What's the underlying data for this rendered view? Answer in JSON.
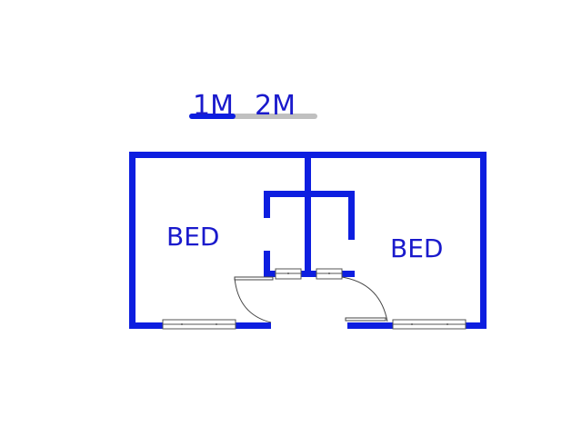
{
  "scale_bar": {
    "label_1": "1M",
    "label_2": "2M",
    "primary_color": "#0d1ee0",
    "secondary_color": "#c0c0c0"
  },
  "rooms": [
    {
      "label": "BED"
    },
    {
      "label": "BED"
    }
  ],
  "colors": {
    "wall": "#0d1ee0",
    "text": "#1a1acc",
    "fixture": "#555555"
  }
}
